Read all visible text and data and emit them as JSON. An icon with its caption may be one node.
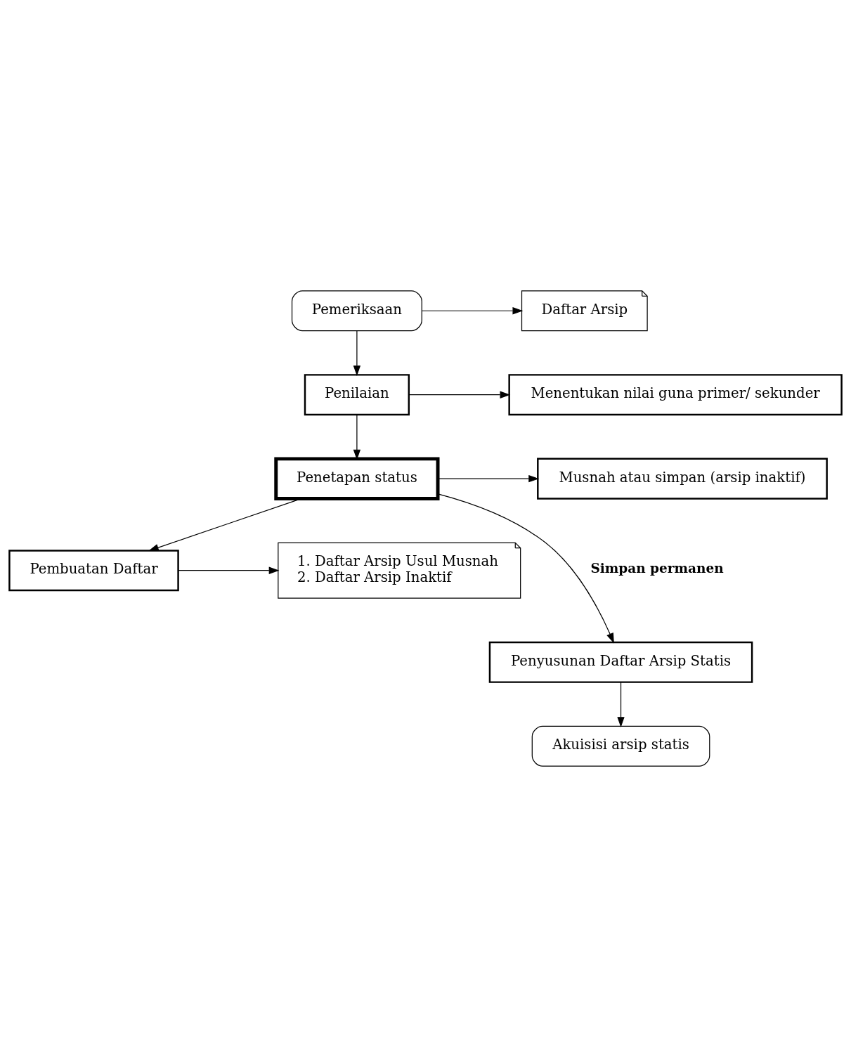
{
  "diagram": {
    "nodes": [
      {
        "text": [
          "Pemeriksaan"
        ]
      },
      {
        "text": [
          "Daftar Arsip"
        ]
      },
      {
        "text": [
          "Penilaian"
        ]
      },
      {
        "text": [
          "Menentukan nilai guna primer/ sekunder"
        ]
      },
      {
        "text": [
          "Penetapan status"
        ]
      },
      {
        "text": [
          "Musnah atau simpan (arsip inaktif)"
        ]
      },
      {
        "text": [
          "Pembuatan Daftar"
        ]
      },
      {
        "text": [
          "1. Daftar Arsip Usul Musnah",
          "2. Daftar Arsip Inaktif"
        ]
      },
      {
        "text": [
          "Penyusunan Daftar Arsip Statis"
        ]
      },
      {
        "text": [
          "Akuisisi arsip statis"
        ]
      }
    ],
    "edges": [
      {
        "from": 0,
        "to": 1,
        "arrow": "to"
      },
      {
        "from": 0,
        "to": 2,
        "arrow": "to"
      },
      {
        "from": 2,
        "to": 3,
        "arrow": "to"
      },
      {
        "from": 2,
        "to": 4,
        "arrow": "to"
      },
      {
        "from": 4,
        "to": 5,
        "arrow": "to"
      },
      {
        "from": 4,
        "to": 6,
        "arrow": "to"
      },
      {
        "from": 6,
        "to": 7,
        "arrow": "to"
      },
      {
        "from": 4,
        "to": 8,
        "arrow": "to",
        "label": "Simpan permanen"
      },
      {
        "from": 8,
        "to": 9,
        "arrow": "to"
      }
    ]
  }
}
